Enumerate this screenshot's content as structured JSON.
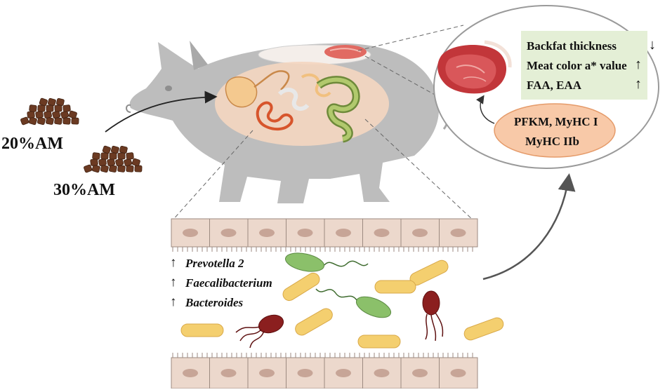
{
  "feeds": [
    {
      "label": "20%AM"
    },
    {
      "label": "30%AM"
    }
  ],
  "muscle_outcomes": [
    {
      "label": "Backfat thickness",
      "direction": "down"
    },
    {
      "label": "Meat color a* value",
      "direction": "up"
    },
    {
      "label": "FAA, EAA",
      "direction": "up"
    }
  ],
  "fiber_types": {
    "line1": "PFKM, MyHC  I",
    "line2": "MyHC  IIb"
  },
  "microbiota": [
    {
      "label": "Prevotella 2",
      "direction": "up"
    },
    {
      "label": "Faecalibacterium",
      "direction": "up"
    },
    {
      "label": "Bacteroides",
      "direction": "up"
    }
  ],
  "symbols": {
    "up": "↑",
    "down": "↓"
  },
  "colors": {
    "pig": "#bdbdbd",
    "gut_region": "#f3d6c0",
    "epithelium": "#ecd8cc",
    "nucleus": "#c7a597",
    "green_box": "#e4efd6",
    "orange_box": "#f8c9a8",
    "feed": "#6b3a22"
  }
}
